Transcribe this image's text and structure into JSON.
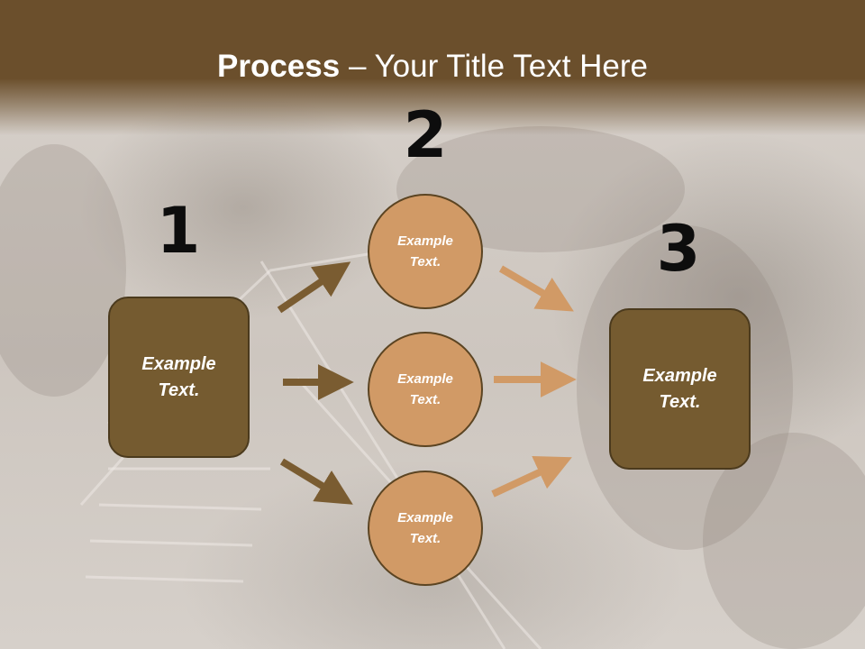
{
  "slide": {
    "title_bold": "Process",
    "title_rest": " – Your Title Text Here"
  },
  "steps": [
    {
      "number": "1",
      "text": "Example Text."
    },
    {
      "number": "2",
      "items": [
        "Example Text.",
        "Example Text.",
        "Example Text."
      ]
    },
    {
      "number": "3",
      "text": "Example Text."
    }
  ],
  "colors": {
    "header": "#6b4f2c",
    "box_fill": "#755b30",
    "circle_fill": "#d19a66",
    "arrow_dark": "#7a5c31",
    "arrow_light": "#d19a66"
  },
  "icons": {
    "arrow": "right-arrow-icon"
  }
}
